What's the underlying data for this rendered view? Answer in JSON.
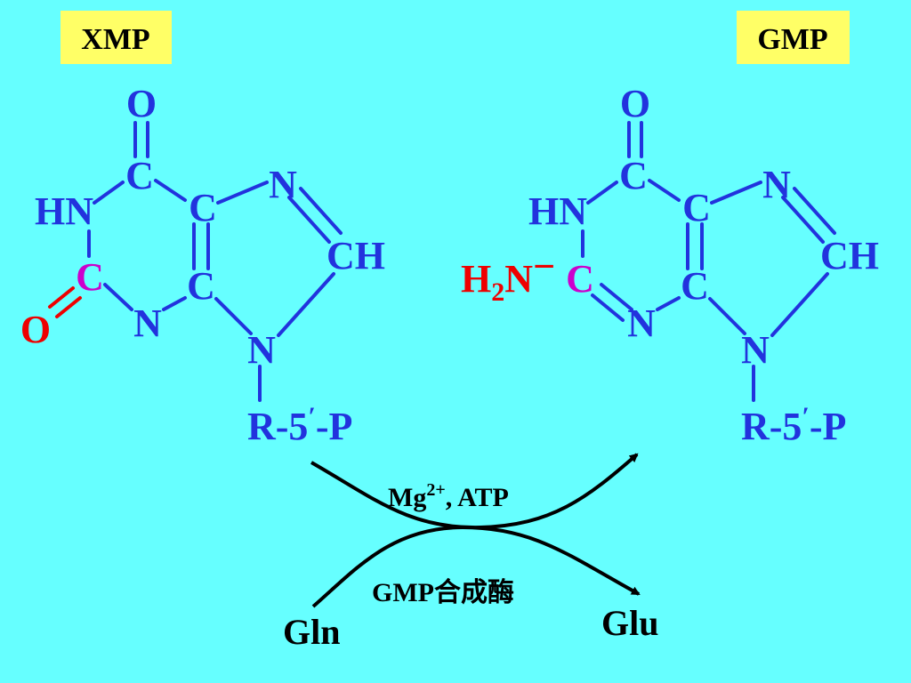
{
  "titles": {
    "left": "XMP",
    "right": "GMP"
  },
  "xmp": {
    "o_top": "O",
    "c_top": "C",
    "hn": "HN",
    "c_mid": "C",
    "n_top": "N",
    "ch": "CH",
    "c2": "C",
    "c_low": "C",
    "o_left": "O",
    "n_bottom": "N",
    "n9": "N",
    "r": "R-5",
    "prime": "′",
    "p": "-P"
  },
  "gmp": {
    "o_top": "O",
    "c_top": "C",
    "hn": "HN",
    "c_mid": "C",
    "n_top": "N",
    "ch": "CH",
    "h": "H",
    "sub2": "2",
    "n_amine": "N",
    "dash": "−",
    "c2": "C",
    "c_low": "C",
    "n_bottom": "N",
    "n9": "N",
    "r": "R-5",
    "prime": "′",
    "p": "-P"
  },
  "reaction": {
    "cofactor_mg": "Mg",
    "cofactor_sup": "2+",
    "cofactor_rest": ", ATP",
    "enzyme": "GMP合成酶",
    "substrate": "Gln",
    "product": "Glu"
  },
  "colors": {
    "background": "#66ffff",
    "structure": "#2233dd",
    "highlight_red": "#ee0000",
    "highlight_magenta": "#cc00cc",
    "title_box": "#ffff66"
  }
}
